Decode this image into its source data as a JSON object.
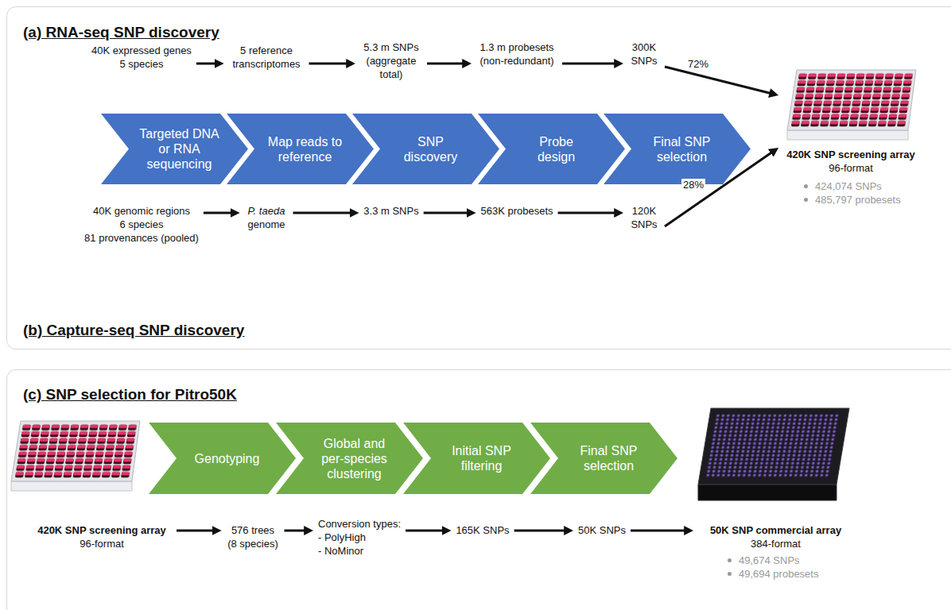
{
  "diagram": {
    "nodes": [
      {
        "text": [
          "(a) RNA-seq SNP discovery",
          "(b) Capture-seq SNP discovery"
        ]
      },
      {
        "text": [
          "40K expressed genes",
          "5 species"
        ],
        "in": 0
      },
      {
        "text": [
          "5 reference transcriptomes"
        ],
        "in": 0
      },
      {
        "text": [
          "5.3 m SNPs (aggregate total)"
        ],
        "in": 0
      },
      {
        "text": [
          "1.3 m probesets (non-redundant)"
        ],
        "in": 0
      },
      {
        "text": [
          "300K SNPs"
        ],
        "in": 0
      },
      {
        "text": [
          "Targeted DNA or RNA sequencing"
        ],
        "in": 0
      },
      {
        "text": [
          "Map reads to reference"
        ],
        "in": 0
      },
      {
        "text": [
          "SNP discovery"
        ],
        "in": 0
      },
      {
        "text": [
          "Probe design"
        ],
        "in": 0
      },
      {
        "text": [
          "Final SNP selection"
        ],
        "in": 0
      },
      {
        "text": [
          "420K SNP screening array",
          "96-format",
          "424,074 SNPs",
          "485,797 probesets"
        ],
        "in": 0
      },
      {
        "text": [
          "40K genomic regions",
          "6 species",
          "81 provenances (pooled)"
        ],
        "in": 0
      },
      {
        "text": [
          "P. taeda genome"
        ],
        "in": 0
      },
      {
        "text": [
          "3.3 m SNPs"
        ],
        "in": 0
      },
      {
        "text": [
          "563K probesets"
        ],
        "in": 0
      },
      {
        "text": [
          "120K SNPs"
        ],
        "in": 0
      },
      {
        "text": [
          "(c) SNP selection for Pitro50K"
        ]
      },
      {
        "text": [
          "420K SNP screening array",
          "96-format"
        ],
        "in": 17
      },
      {
        "text": [
          "Genotyping"
        ],
        "in": 17
      },
      {
        "text": [
          "Global and per-species clustering"
        ],
        "in": 17
      },
      {
        "text": [
          "Initial SNP filtering"
        ],
        "in": 17
      },
      {
        "text": [
          "Final SNP selection"
        ],
        "in": 17
      },
      {
        "text": [
          "50K SNP commercial array",
          "384-format",
          "49,674 SNPs",
          "49,694 probesets"
        ],
        "in": 17
      },
      {
        "text": [
          "576 trees (8 species)"
        ],
        "in": 17
      },
      {
        "text": [
          "Conversion types:",
          "- PolyHigh",
          "- NoMinor"
        ],
        "in": 17
      },
      {
        "text": [
          "165K SNPs"
        ],
        "in": 17
      },
      {
        "text": [
          "50K SNPs"
        ],
        "in": 17
      }
    ],
    "edges": [
      {
        "from": 1,
        "to": 2,
        "arrow": "to"
      },
      {
        "from": 2,
        "to": 3,
        "arrow": "to"
      },
      {
        "from": 3,
        "to": 4,
        "arrow": "to"
      },
      {
        "from": 4,
        "to": 5,
        "arrow": "to"
      },
      {
        "from": 5,
        "to": 11,
        "label": "72%",
        "arrow": "to"
      },
      {
        "from": 12,
        "to": 13,
        "arrow": "to"
      },
      {
        "from": 13,
        "to": 14,
        "arrow": "to"
      },
      {
        "from": 14,
        "to": 15,
        "arrow": "to"
      },
      {
        "from": 15,
        "to": 16,
        "arrow": "to"
      },
      {
        "from": 16,
        "to": 11,
        "label": "28%",
        "arrow": "to"
      },
      {
        "from": 18,
        "to": 24,
        "arrow": "to"
      },
      {
        "from": 24,
        "to": 25,
        "arrow": "to"
      },
      {
        "from": 25,
        "to": 26,
        "arrow": "to"
      },
      {
        "from": 26,
        "to": 27,
        "arrow": "to"
      },
      {
        "from": 27,
        "to": 23,
        "arrow": "to"
      }
    ]
  }
}
